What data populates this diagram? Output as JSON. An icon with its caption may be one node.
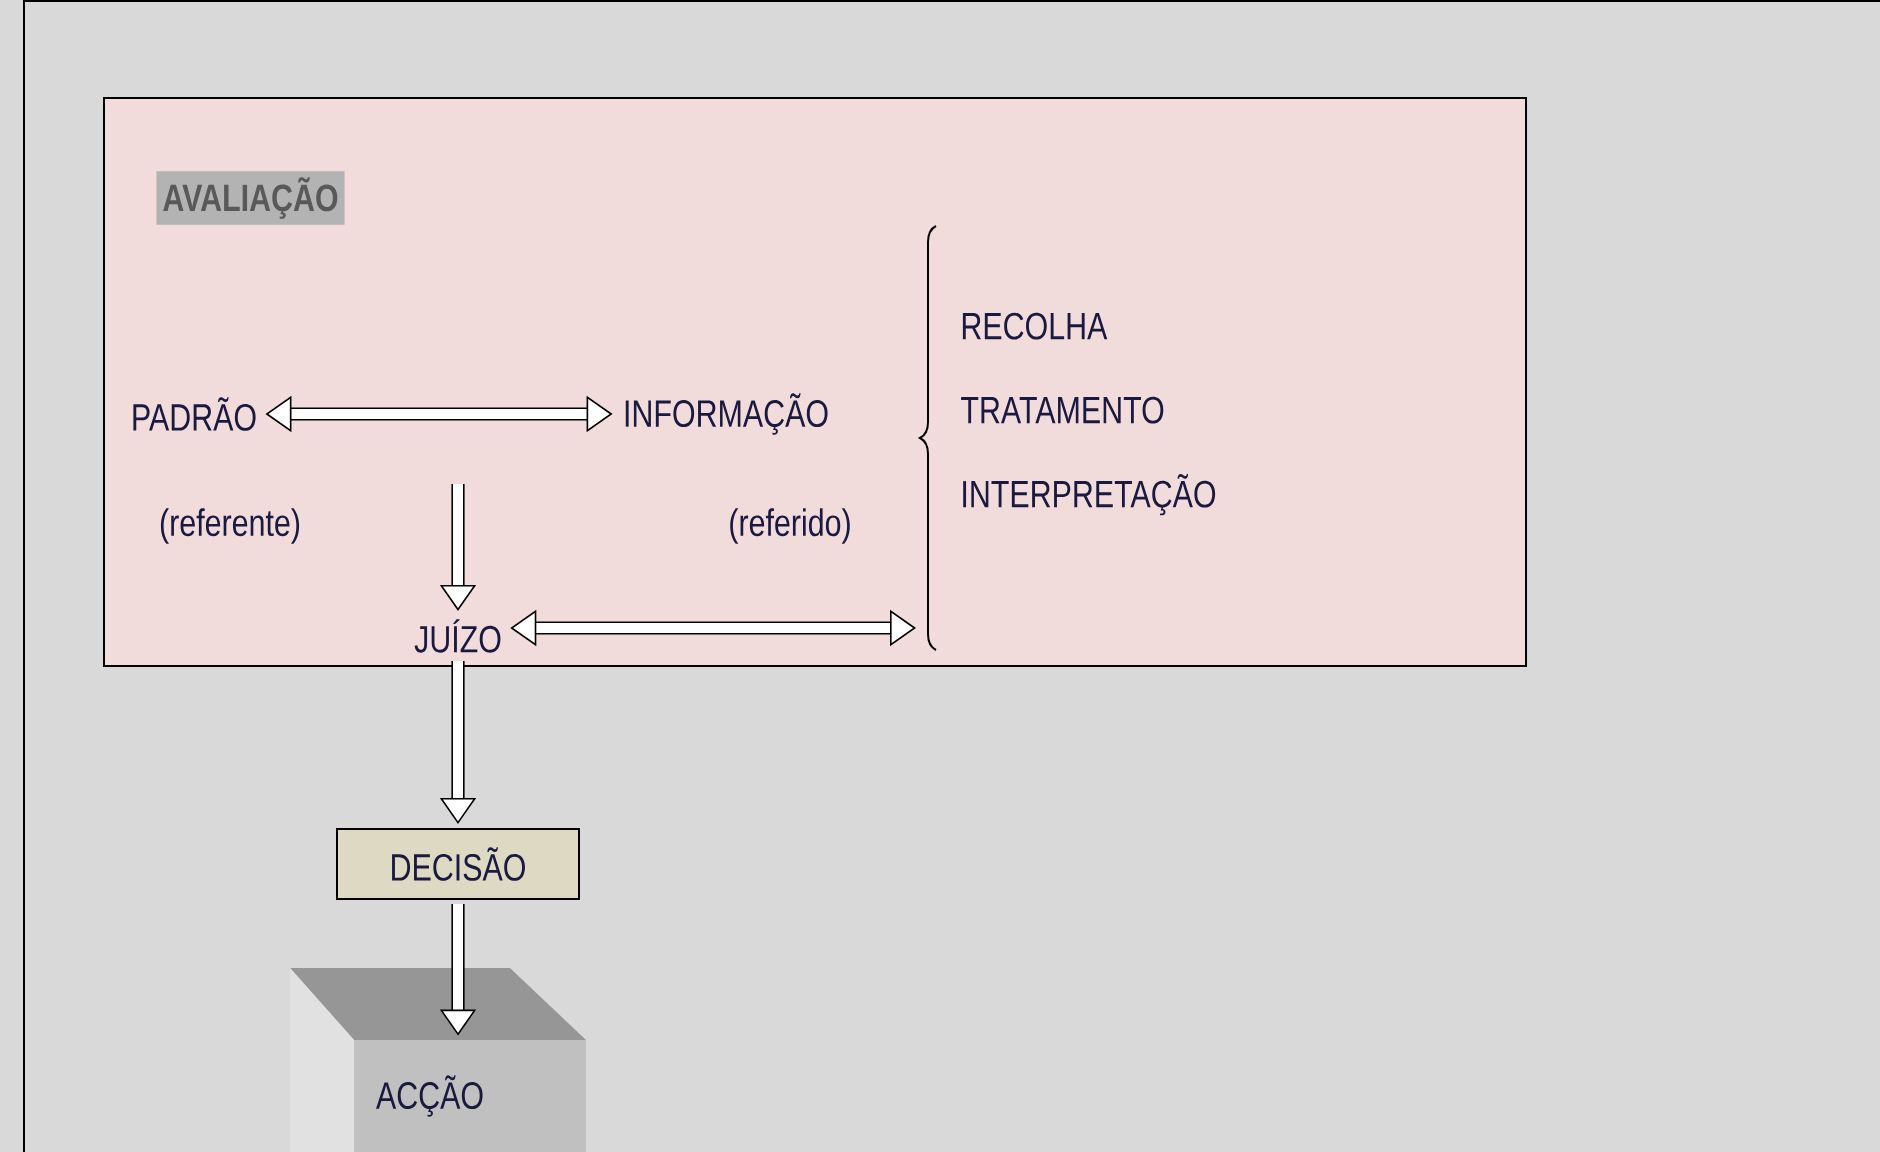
{
  "diagram": {
    "nodes": [
      {
        "text": [
          "AVALIAÇÃO"
        ]
      },
      {
        "text": [
          "PADRÃO"
        ],
        "beside": [
          "(referente)"
        ],
        "in": 0
      },
      {
        "text": [
          "INFORMAÇÃO"
        ],
        "beside": [
          "(referido)"
        ],
        "in": 0
      },
      {
        "text": [
          "JUÍZO"
        ],
        "in": 0
      },
      {
        "text": [
          "RECOLHA",
          "TRATAMENTO",
          "INTERPRETAÇÃO"
        ],
        "in": 0
      },
      {
        "text": [
          "DECISÃO"
        ]
      },
      {
        "text": [
          "ACÇÃO"
        ]
      }
    ],
    "edges": [
      {
        "from": 1,
        "to": 2,
        "arrow": "both"
      },
      {
        "from": null,
        "to": 3,
        "arrow": "to"
      },
      {
        "from": 3,
        "to": 4,
        "arrow": "both"
      },
      {
        "from": 3,
        "to": 5,
        "arrow": "to"
      },
      {
        "from": 5,
        "to": 6,
        "arrow": "to"
      }
    ]
  }
}
